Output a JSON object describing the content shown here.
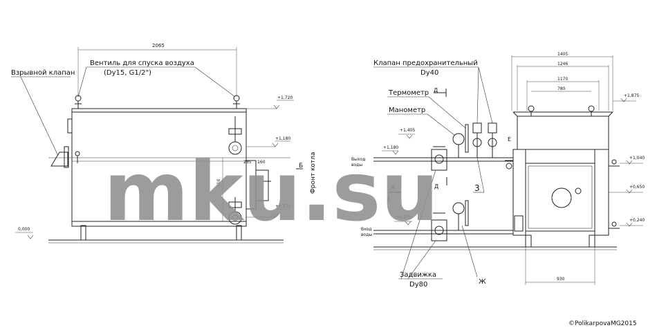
{
  "labels": {
    "vzryvnoy": "Взрывной клапан",
    "ventil_1": "Вентиль для спуска воздуха",
    "ventil_2": "(Dy15, G1/2\")",
    "klapan_1": "Клапан предохранительный",
    "klapan_2": "Dy40",
    "termometr": "Термометр",
    "manometr": "Манометр",
    "zadvizhka_1": "Задвижка",
    "zadvizhka_2": "Dy80",
    "front": "Фронт котла",
    "vykhod": "Выход",
    "vody": "воды",
    "vkhod": "Вход",
    "letter_A": "А",
    "letter_B": "Б",
    "letter_D": "Д",
    "letter_E": "Е",
    "letter_Zh": "Ж",
    "num_3": "3"
  },
  "dims": {
    "d2065": "2065",
    "d1405": "1405",
    "d1246": "1246",
    "d1170": "1170",
    "d780": "780",
    "d930": "930",
    "d910": "910",
    "d160": "160",
    "d255": "255"
  },
  "levels": {
    "l1720": "+1,720",
    "l1180": "+1,180",
    "l0270": "+0,270",
    "l0000": "0,000",
    "l1405": "+1,405",
    "l1180b": "+1,180",
    "l0270b": "+0,270",
    "l1875": "+1,875",
    "l1040": "+1,040",
    "l0650": "+0,650",
    "l0240": "+0,240"
  },
  "watermark": "mku.su",
  "copyright": "©PolikarpovaMG2015"
}
